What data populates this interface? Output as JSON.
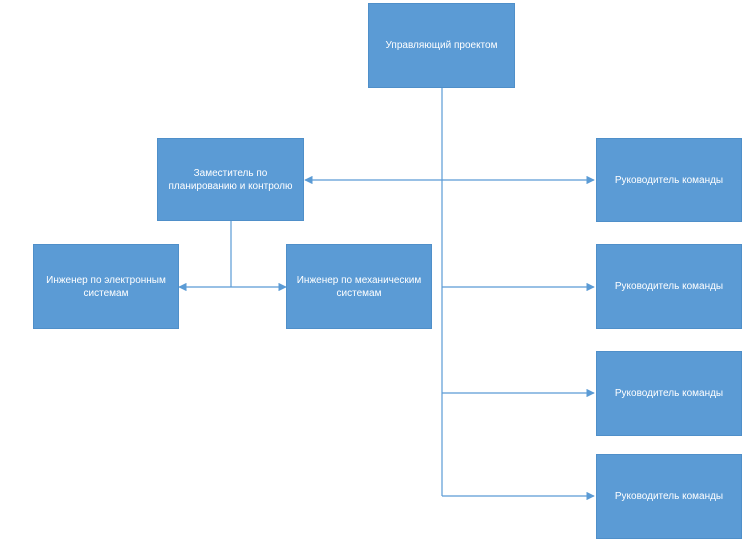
{
  "colors": {
    "box_fill": "#5B9BD5",
    "line": "#5B9BD5",
    "text": "#ffffff"
  },
  "nodes": {
    "manager": "Управляющий проектом",
    "deputy": "Заместитель по планированию и контролю",
    "engineer_electronic": "Инженер по электронным системам",
    "engineer_mechanical": "Инженер по механическим системам",
    "team_leads": [
      "Руководитель команды",
      "Руководитель команды",
      "Руководитель команды",
      "Руководитель команды"
    ]
  }
}
